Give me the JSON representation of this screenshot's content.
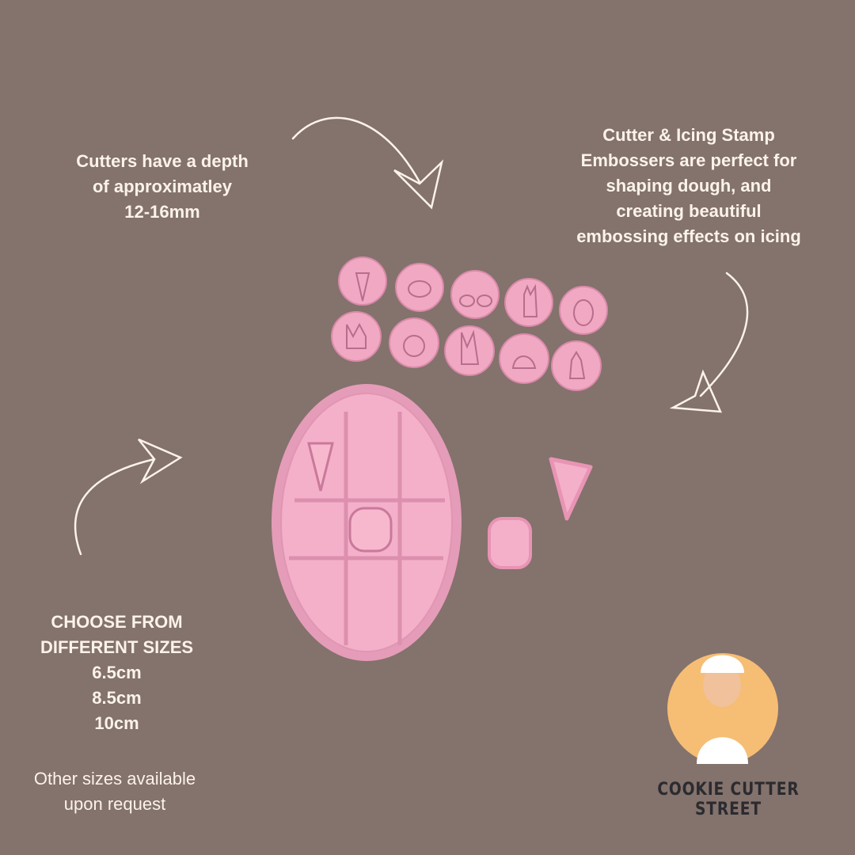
{
  "depth_note": {
    "lines": [
      "Cutters have a depth",
      "of approximatley",
      "12-16mm"
    ]
  },
  "embosser_note": {
    "lines": [
      "Cutter & Icing Stamp",
      "Embossers are perfect for",
      "shaping dough, and",
      "creating beautiful",
      "embossing effects on icing"
    ]
  },
  "sizes_note": {
    "lines": [
      "CHOOSE FROM",
      "DIFFERENT SIZES",
      "6.5cm",
      "8.5cm",
      "10cm"
    ]
  },
  "request_note": {
    "lines": [
      "Other sizes available",
      "upon request"
    ]
  },
  "brand": {
    "name": "COOKIE CUTTER STREET"
  },
  "colors": {
    "background": "#84726c",
    "text": "#fbf3ea",
    "product_pink": "#f2a9c4",
    "logo_circle": "#f6bd74"
  }
}
